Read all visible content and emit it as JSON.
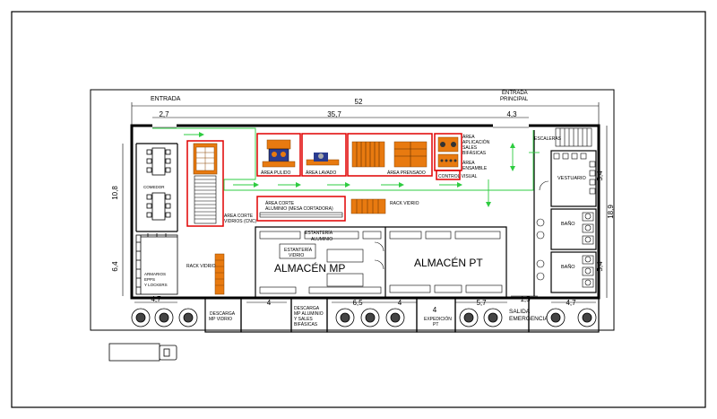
{
  "labels": {
    "entrada": "ENTRADA",
    "entrada_principal_1": "ENTRADA",
    "entrada_principal_2": "PRINCIPAL",
    "total_width": "52",
    "dim_2_7": "2,7",
    "dim_35_7": "35,7",
    "dim_4_3": "4,3",
    "dim_10_8": "10,8",
    "dim_6_4": "6,4",
    "dim_18_9": "18,9",
    "dim_5_4_a": "5,4",
    "dim_5_4_b": "5,4",
    "dim_4_7_left": "4,7",
    "dim_4_a": "4",
    "dim_6_5": "6,5",
    "dim_4_b": "4",
    "dim_4_c": "4",
    "dim_5_7": "5,7",
    "dim_1_5": "1,5",
    "dim_4_7_right": "4,7",
    "comedor": "COMEDOR",
    "armarios_1": "ARMARIOS",
    "armarios_2": "EPPS",
    "armarios_3": "Y LOCKERS",
    "area_corte_vidrios_1": "AREA CORTE",
    "area_corte_vidrios_2": "VIDRIOS (CNC)",
    "rack_vidrio_left": "RACK VIDRIO",
    "area_pulido": "ÁREA PULIDO",
    "area_lavado": "ÁREA LAVADO",
    "area_prensado": "ÁREA PRENSADO",
    "area_aplicacion_1": "ÁREA",
    "area_aplicacion_2": "APLICACIÓN",
    "area_aplicacion_3": "SALES",
    "area_aplicacion_4": "BIFÁSICAS",
    "area_ensamble_1": "ÁREA",
    "area_ensamble_2": "ENSAMBLE",
    "control_visual": "CONTROL VISUAL",
    "area_corte_aluminio_1": "ÁREA CORTE",
    "area_corte_aluminio_2": "ALUMINIO (MESA CORTADORA)",
    "rack_vidrio_mid": "RACK VIDRIO",
    "estanteria_aluminio_1": "ESTANTERÍA",
    "estanteria_aluminio_2": "ALUMINIO",
    "estanteria_vidrio_1": "ESTANTERÍA",
    "estanteria_vidrio_2": "VIDRIO",
    "almacen_mp": "ALMACÉN MP",
    "almacen_pt": "ALMACÉN PT",
    "escaleras": "ESCALERAS",
    "vestuario": "VESTUARIO",
    "bano_1": "BAÑO",
    "bano_2": "BAÑO",
    "descarga_mp_vidrio_1": "DESCARGA",
    "descarga_mp_vidrio_2": "MP VIDRIO",
    "descarga_aluminio_1": "DESCARGA",
    "descarga_aluminio_2": "MP ALUMINIO",
    "descarga_aluminio_3": "Y SALES",
    "descarga_aluminio_4": "BIFÁSICAS",
    "expedicion_1": "EXPEDICIÓN",
    "expedicion_2": "PT",
    "salida_1": "SALIDA",
    "salida_2": "EMERGENCIA"
  },
  "colors": {
    "wall": "#000000",
    "highlight": "#e00000",
    "flow": "#2ecc40",
    "machine": "#e87a10"
  }
}
